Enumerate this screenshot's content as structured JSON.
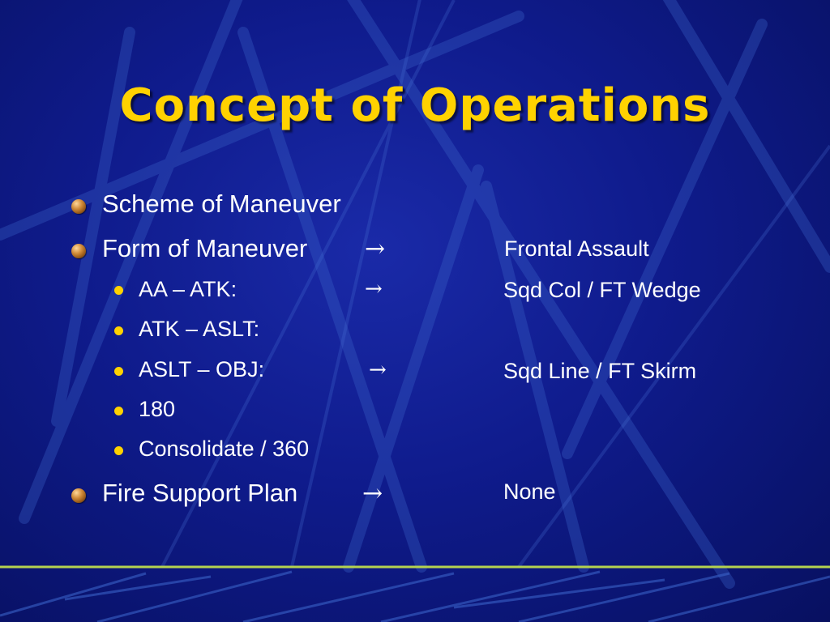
{
  "slide": {
    "title": "Concept of Operations",
    "items": [
      {
        "label": "Scheme of Maneuver"
      },
      {
        "label": "Form of Maneuver",
        "arrow": "→",
        "value": "Frontal Assault"
      },
      {
        "label": "AA – ATK:",
        "arrow": "→",
        "value": "Sqd Col / FT Wedge"
      },
      {
        "label": "ATK – ASLT:"
      },
      {
        "label": "ASLT – OBJ:",
        "arrow": "→",
        "value": "Sqd Line / FT Skirm"
      },
      {
        "label": "180"
      },
      {
        "label": "Consolidate / 360"
      },
      {
        "label": "Fire Support Plan",
        "arrow": "→",
        "value": "None"
      }
    ]
  },
  "colors": {
    "background": "#0f1b8c",
    "title": "#ffd200",
    "text": "#ffffff",
    "divider": "#b4d250"
  }
}
